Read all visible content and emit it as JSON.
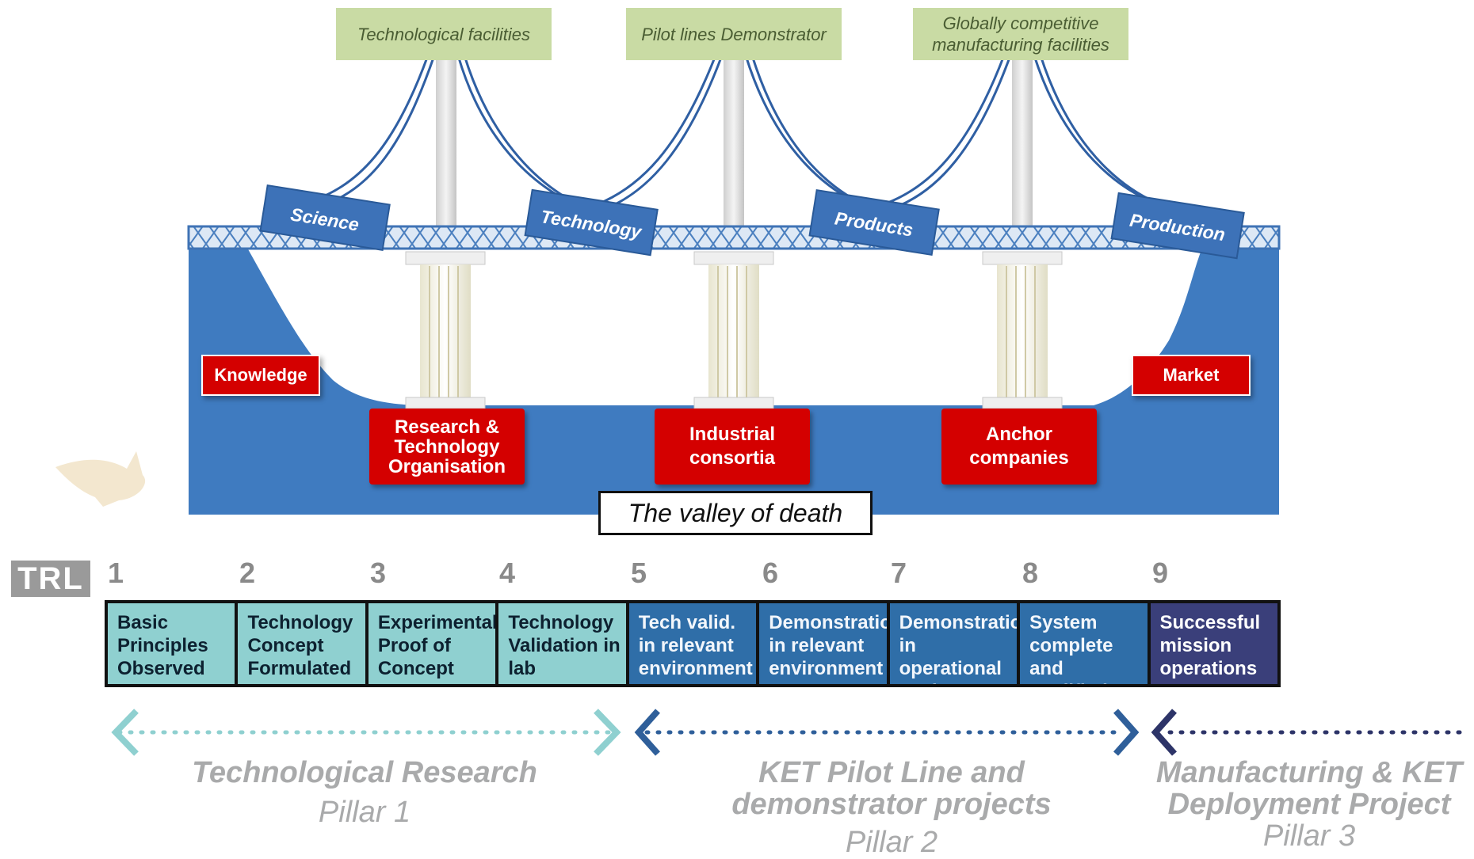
{
  "top_labels": [
    "Technological facilities",
    "Pilot lines Demonstrator",
    "Globally competitive manufacturing facilities"
  ],
  "deck_labels": [
    "Science",
    "Technology",
    "Products",
    "Production"
  ],
  "side_labels": {
    "left": "Knowledge",
    "right": "Market"
  },
  "actors": [
    "Research & Technology Organisation",
    "Industrial consortia",
    "Anchor companies"
  ],
  "valley_label": "The valley of death",
  "trl": {
    "badge": "TRL",
    "levels": [
      {
        "num": "1",
        "text": "Basic Principles Observed"
      },
      {
        "num": "2",
        "text": "Technology Concept Formulated"
      },
      {
        "num": "3",
        "text": "Experimental Proof of Concept"
      },
      {
        "num": "4",
        "text": "Technology Validation in lab"
      },
      {
        "num": "5",
        "text": "Tech valid. in relevant environment"
      },
      {
        "num": "6",
        "text": "Demonstration in relevant environment"
      },
      {
        "num": "7",
        "text": "Demonstration in operational environment"
      },
      {
        "num": "8",
        "text": "System complete and qualified"
      },
      {
        "num": "9",
        "text": "Successful mission operations"
      }
    ]
  },
  "pillars": [
    {
      "title": "Technological Research",
      "sub": "Pillar 1"
    },
    {
      "title": "KET Pilot Line and demonstrator projects",
      "sub": "Pillar 2"
    },
    {
      "title": "Manufacturing & KET Deployment Project",
      "sub": "Pillar 3"
    }
  ],
  "colors": {
    "valley_blue": "#3f7bc0",
    "label_red": "#d40000",
    "sign_blue": "#3d72b8",
    "top_green": "#c9dba4",
    "trl_light": "#8fd0d0",
    "trl_mid": "#2f6ea8",
    "trl_dark": "#3a3f7a"
  }
}
